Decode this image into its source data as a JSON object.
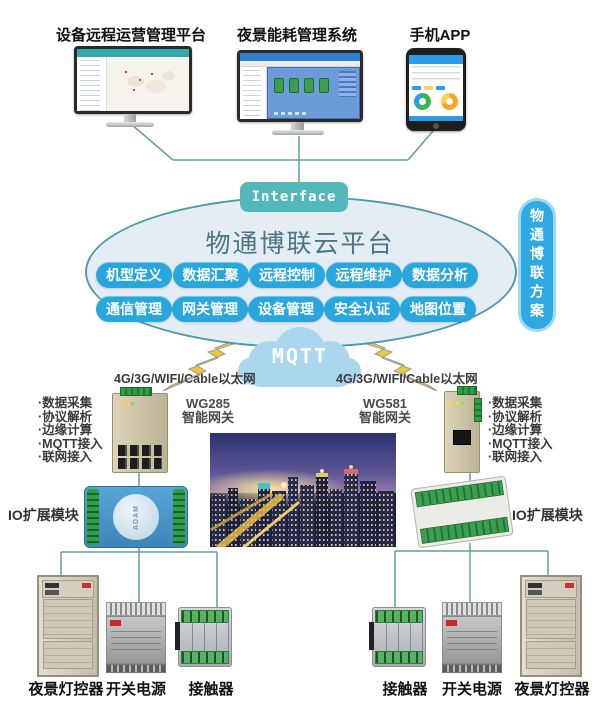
{
  "header": {
    "platforms": [
      {
        "label": "设备远程运营管理平台"
      },
      {
        "label": "夜景能耗管理系统"
      },
      {
        "label": "手机APP"
      }
    ]
  },
  "interface_label": "Interface",
  "cloud": {
    "title": "物通博联云平台",
    "row1": [
      "机型定义",
      "数据汇聚",
      "远程控制",
      "远程维护",
      "数据分析"
    ],
    "row2": [
      "通信管理",
      "网关管理",
      "设备管理",
      "安全认证",
      "地图位置"
    ]
  },
  "side_banner": "物通博联方案",
  "mqtt_label": "MQTT",
  "network": {
    "left": "4G/3G/WIFI/Cable以太网",
    "right": "4G/3G/WIFI/Cable以太网"
  },
  "gateways": {
    "left": {
      "model": "WG285",
      "name": "智能网关",
      "features": [
        "·数据采集",
        "·协议解析",
        "·边缘计算",
        "·MQTT接入",
        "·联网接入"
      ]
    },
    "right": {
      "model": "WG581",
      "name": "智能网关",
      "features": [
        "·数据采集",
        "·协议解析",
        "·边缘计算",
        "·MQTT接入",
        "·联网接入"
      ]
    }
  },
  "io_modules": {
    "left_label": "IO扩展模块",
    "right_label": "IO扩展模块"
  },
  "bottom": {
    "left": [
      "夜景灯控器",
      "开关电源",
      "接触器"
    ],
    "right": [
      "接触器",
      "开关电源",
      "夜景灯控器"
    ]
  },
  "colors": {
    "accent_blue": "#2aa6df",
    "teal": "#53b8b9",
    "line": "#5f9fa0",
    "cloud_fill": "#e4edf3",
    "mqtt_cloud": "#aad7ee",
    "lightning": "#eec63e"
  }
}
